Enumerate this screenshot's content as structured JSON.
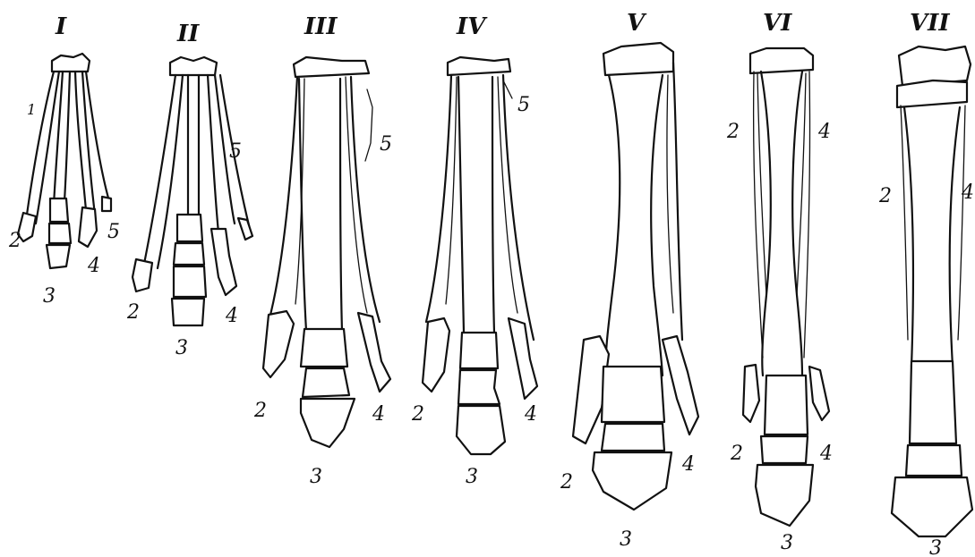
{
  "figure": {
    "panels": [
      {
        "id": "I",
        "labels": [
          "1",
          "2",
          "3",
          "4",
          "5"
        ]
      },
      {
        "id": "II",
        "labels": [
          "2",
          "3",
          "4",
          "5"
        ]
      },
      {
        "id": "III",
        "labels": [
          "2",
          "3",
          "4",
          "5"
        ]
      },
      {
        "id": "IV",
        "labels": [
          "2",
          "3",
          "4",
          "5"
        ]
      },
      {
        "id": "V",
        "labels": [
          "2",
          "3",
          "4"
        ]
      },
      {
        "id": "VI",
        "labels": [
          "2",
          "4",
          "2",
          "3",
          "4"
        ]
      },
      {
        "id": "VII",
        "labels": [
          "2",
          "4",
          "3"
        ]
      }
    ]
  }
}
